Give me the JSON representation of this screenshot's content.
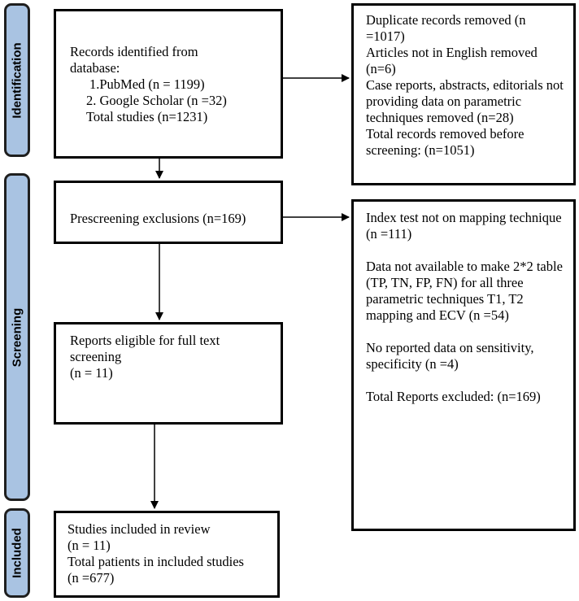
{
  "phases": {
    "identification": "Identification",
    "screening": "Screening",
    "included": "Included"
  },
  "identified": {
    "heading": "Records identified from database:",
    "source_pubmed": "1.PubMed (n = 1199)",
    "source_scholar": "2. Google Scholar (n =32)",
    "total": "Total studies (n=1231)"
  },
  "removed_before_screening": {
    "line1": "Duplicate records removed (n =1017)",
    "line2": "Articles not in English removed (n=6)",
    "line3": "Case reports, abstracts, editorials not providing data on parametric techniques removed (n=28)",
    "line4": "Total records removed before screening: (n=1051)"
  },
  "prescreening": {
    "text": "Prescreening exclusions (n=169)"
  },
  "excluded_reports": {
    "reason1": "Index test not on mapping technique (n =111)",
    "reason2": "Data not available to make 2*2 table (TP, TN, FP, FN) for all three parametric techniques T1, T2 mapping and ECV (n =54)",
    "reason3": "No reported data on sensitivity, specificity (n =4)",
    "total": "Total Reports excluded: (n=169)"
  },
  "eligible": {
    "line1": "Reports eligible for full text screening",
    "line2": "(n = 11)"
  },
  "included": {
    "line1": "Studies included in review",
    "line2": "(n = 11)",
    "line3": "Total patients in included studies",
    "line4": "(n =677)"
  }
}
